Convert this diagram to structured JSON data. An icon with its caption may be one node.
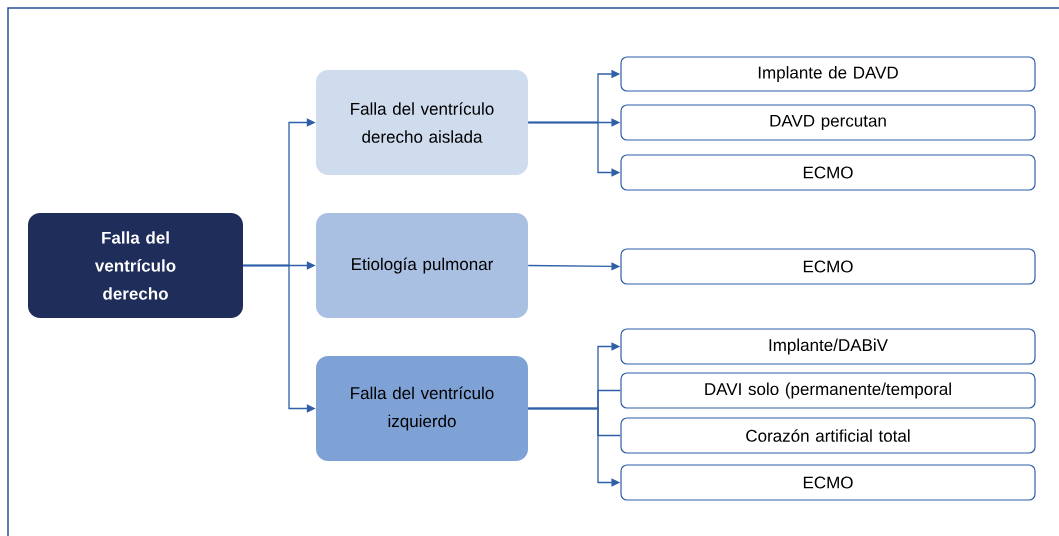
{
  "diagram": {
    "nodes": [
      {
        "text": [
          "Falla del ventrículo derecho"
        ]
      },
      {
        "text": [
          "Falla del ventrículo derecho aislada"
        ]
      },
      {
        "text": [
          "Etiología pulmonar"
        ]
      },
      {
        "text": [
          "Falla del ventrículo izquierdo"
        ]
      },
      {
        "text": [
          "Implante de DAVD"
        ]
      },
      {
        "text": [
          "DAVD percutan"
        ]
      },
      {
        "text": [
          "ECMO"
        ]
      },
      {
        "text": [
          "ECMO"
        ]
      },
      {
        "text": [
          "Implante/DABiV"
        ]
      },
      {
        "text": [
          "DAVI solo (permanente/temporal"
        ]
      },
      {
        "text": [
          "Corazón artificial total"
        ]
      },
      {
        "text": [
          "ECMO"
        ]
      }
    ],
    "edges": [
      {
        "from": 0,
        "to": 1,
        "arrow": "to"
      },
      {
        "from": 0,
        "to": 2,
        "arrow": "to"
      },
      {
        "from": 0,
        "to": 3,
        "arrow": "to"
      },
      {
        "from": 1,
        "to": 4,
        "arrow": "to"
      },
      {
        "from": 1,
        "to": 5,
        "arrow": "to"
      },
      {
        "from": 1,
        "to": 6,
        "arrow": "to"
      },
      {
        "from": 2,
        "to": 7,
        "arrow": "to"
      },
      {
        "from": 3,
        "to": 8,
        "arrow": "to"
      },
      {
        "from": 3,
        "to": 9,
        "arrow": "none"
      },
      {
        "from": 3,
        "to": 10,
        "arrow": "none"
      },
      {
        "from": 3,
        "to": 11,
        "arrow": "to"
      }
    ]
  }
}
